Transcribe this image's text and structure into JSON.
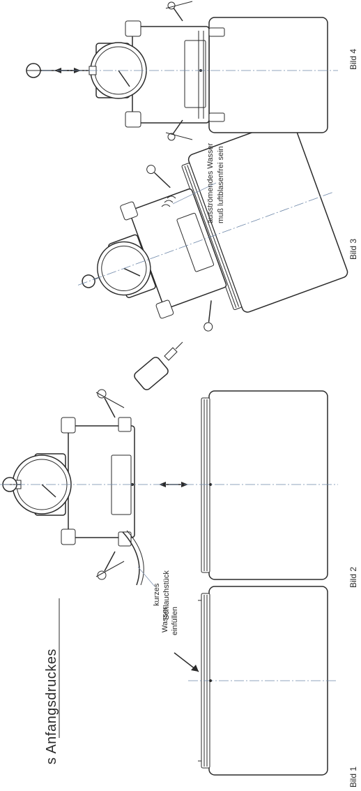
{
  "title": "s Anfangsdruckes",
  "figures": [
    {
      "label": "Bild 1",
      "note": "Wasser einfüllen"
    },
    {
      "label": "Bild 2",
      "note": "kurzes Schlauchstück"
    },
    {
      "label": "Bild 3",
      "note": "ausströmendes Wasser muß luftblasenfrei sein"
    },
    {
      "label": "Bild 4"
    }
  ],
  "annotations": {
    "bild1_line1": "Wasser",
    "bild1_line2": "einfüllen",
    "bild2_line1": "kurzes",
    "bild2_line2": "Schlauchstück",
    "bild3_line1": "ausströmendes Wasser",
    "bild3_line2": "muß luftblasenfrei sein"
  },
  "colors": {
    "ink": "#2a2a2a",
    "center_line": "#6c86a8",
    "background": "#ffffff"
  },
  "icons": [
    "pressure-gauge-icon",
    "double-arrow-icon",
    "oil-bottle-icon",
    "clamp-screw-icon"
  ]
}
